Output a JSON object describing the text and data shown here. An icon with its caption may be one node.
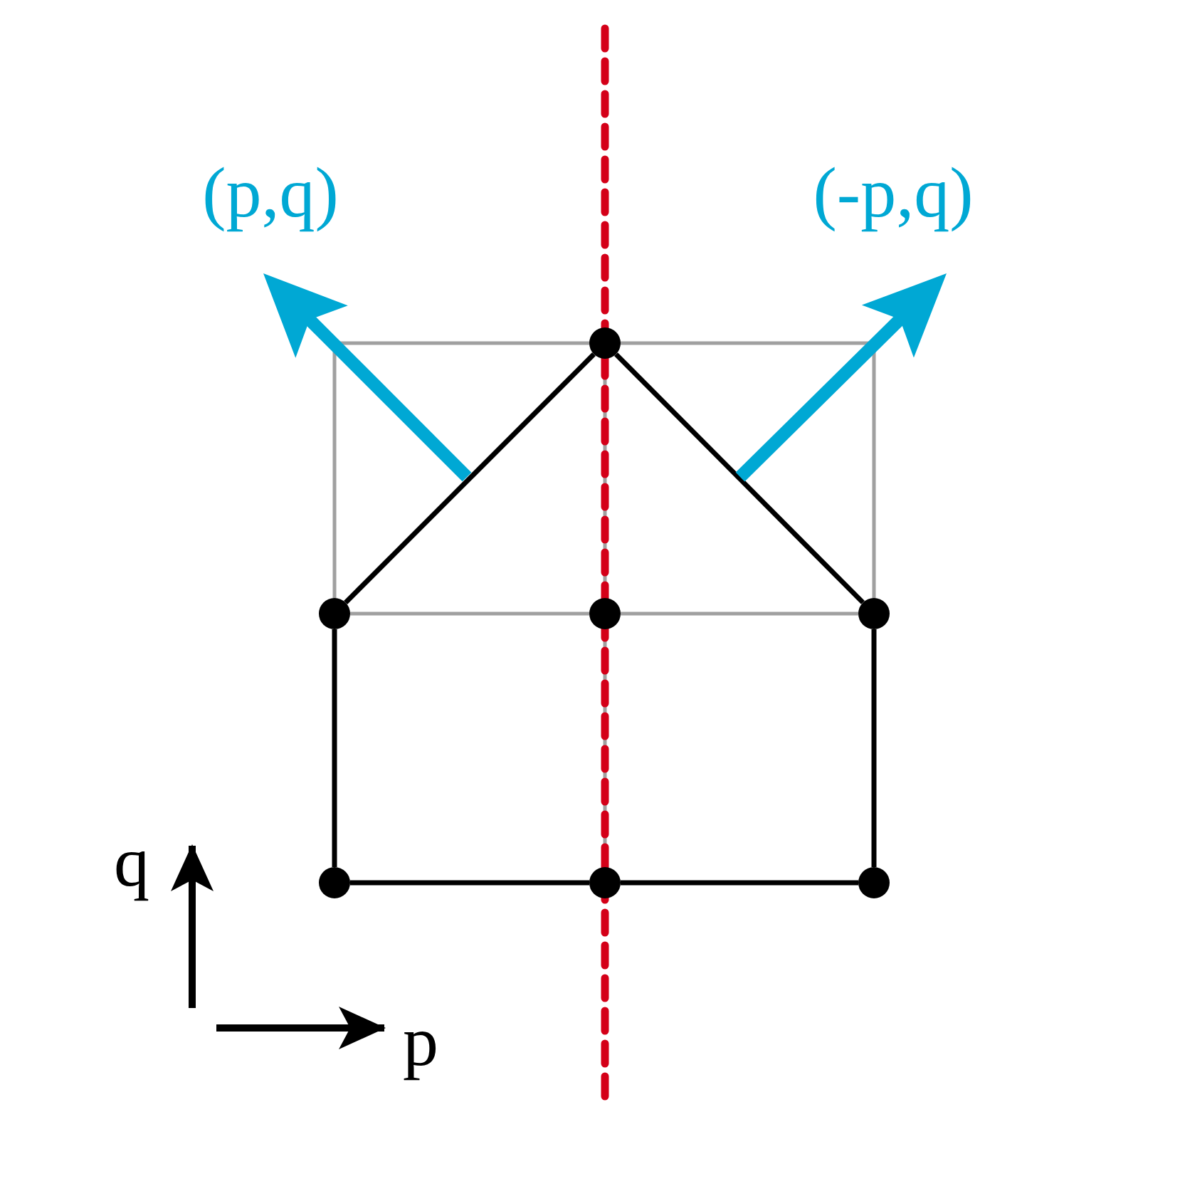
{
  "diagram": {
    "nodes": [
      {
        "text": [
          "(p,q)"
        ]
      },
      {
        "text": [
          "(-p,q)"
        ]
      },
      {
        "text": [],
        "shape": "circle"
      },
      {
        "text": [],
        "shape": "circle"
      },
      {
        "text": [],
        "shape": "circle"
      },
      {
        "text": [],
        "shape": "circle"
      },
      {
        "text": [],
        "shape": "circle"
      },
      {
        "text": [],
        "shape": "circle"
      },
      {
        "text": [],
        "shape": "circle"
      }
    ],
    "edges": [
      {
        "from": 2,
        "to": 3,
        "arrow": "none"
      },
      {
        "from": 2,
        "to": 5,
        "arrow": "none"
      },
      {
        "from": 3,
        "to": 6,
        "arrow": "none"
      },
      {
        "from": 5,
        "to": 8,
        "arrow": "none"
      },
      {
        "from": 6,
        "to": 7,
        "arrow": "none"
      },
      {
        "from": 7,
        "to": 8,
        "arrow": "none"
      },
      {
        "from": 3,
        "to": 4,
        "arrow": "none",
        "color": "#a0a0a0"
      },
      {
        "from": 4,
        "to": 5,
        "arrow": "none",
        "color": "#a0a0a0"
      },
      {
        "from": 2,
        "to": 4,
        "arrow": "none",
        "color": "#a0a0a0"
      },
      {
        "from": 4,
        "to": 7,
        "arrow": "none",
        "color": "#a0a0a0"
      },
      {
        "from": null,
        "to": 0,
        "arrow": "to",
        "style": "thick",
        "color": "#00a8d4"
      },
      {
        "from": null,
        "to": 1,
        "arrow": "to",
        "style": "thick",
        "color": "#00a8d4"
      }
    ],
    "labels": [
      "q",
      "p"
    ]
  }
}
